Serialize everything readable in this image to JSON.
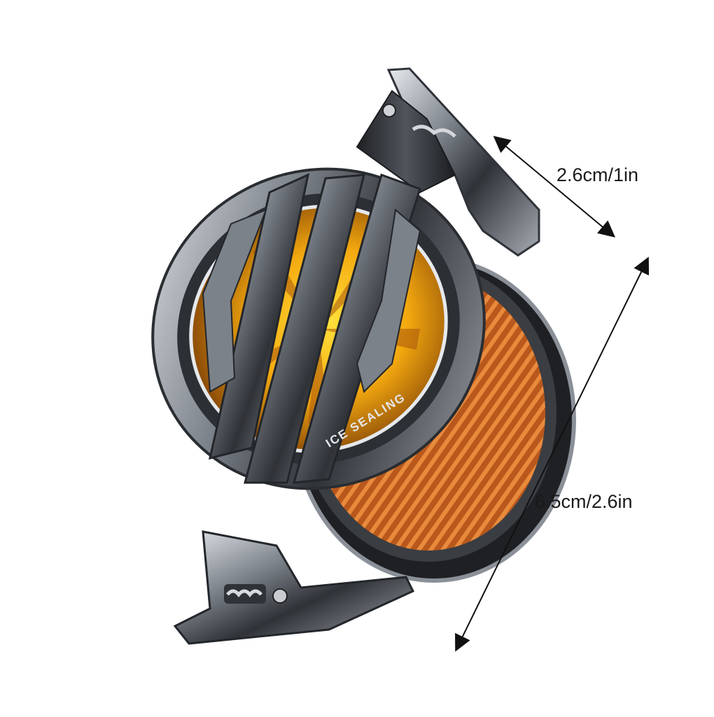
{
  "product": {
    "name_icon": "phone-cooler-fan-clip",
    "ring_text": "ICE SEALING",
    "colors": {
      "background": "#ffffff",
      "metal_dark": "#2c2f34",
      "metal_mid": "#6b7078",
      "metal_light": "#d9dde2",
      "fan_amber": "#f2a20c",
      "fan_yellow": "#ffd21a",
      "fins_orange": "#c8641e",
      "arrow": "#111111"
    }
  },
  "dimensions": {
    "width_label": "2.6cm/1in",
    "height_label": "6.5cm/2.6in"
  }
}
